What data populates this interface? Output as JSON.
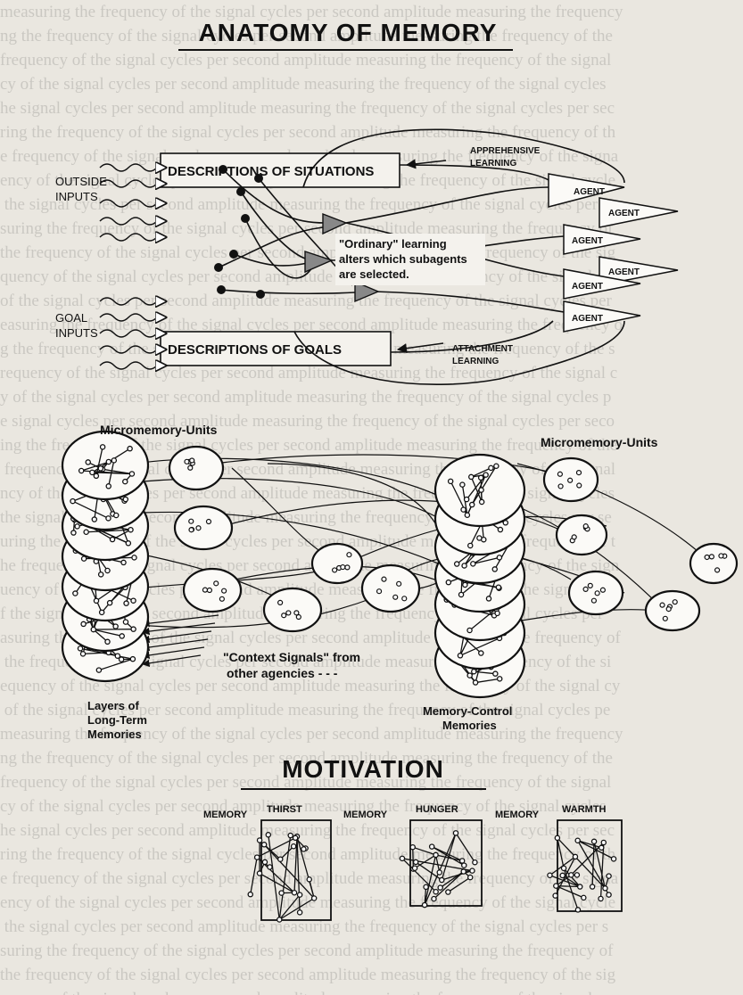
{
  "titles": {
    "anatomy": "ANATOMY OF MEMORY",
    "motivation": "MOTIVATION"
  },
  "inputs": {
    "outside": [
      "OUTSIDE",
      "INPUTS"
    ],
    "goal": [
      "GOAL",
      "INPUTS"
    ]
  },
  "boxes": {
    "situations": "DESCRIPTIONS OF SITUATIONS",
    "goals": "DESCRIPTIONS OF GOALS"
  },
  "learning": {
    "apprehensive": [
      "APPREHENSIVE",
      "LEARNING"
    ],
    "attachment": [
      "ATTACHMENT",
      "LEARNING"
    ],
    "ordinary": [
      "\"Ordinary\" learning",
      "alters which subagents",
      "are selected."
    ]
  },
  "agents": [
    "AGENT",
    "AGENT",
    "AGENT",
    "AGENT",
    "AGENT",
    "AGENT"
  ],
  "micro": {
    "left": "Micromemory-Units",
    "right": "Micromemory-Units"
  },
  "context": [
    "\"Context Signals\" from",
    "other agencies - - -"
  ],
  "stacks": {
    "left": [
      "Layers of",
      "Long-Term",
      "Memories"
    ],
    "right": [
      "Memory-Control",
      "Memories"
    ]
  },
  "motivation_panels": [
    {
      "memory": "MEMORY",
      "drive": "THIRST"
    },
    {
      "memory": "MEMORY",
      "drive": "HUNGER"
    },
    {
      "memory": "MEMORY",
      "drive": "WARMTH"
    }
  ]
}
